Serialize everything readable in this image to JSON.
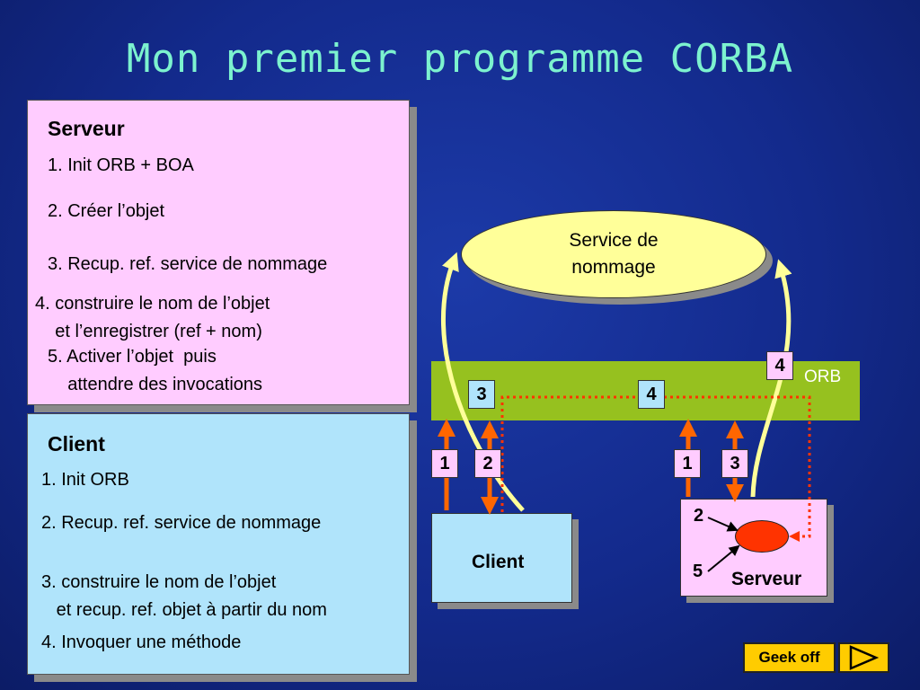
{
  "title": "Mon premier programme CORBA",
  "server_panel": {
    "heading": "Serveur",
    "lines": [
      "1. Init ORB + BOA",
      "2. Créer l’objet",
      "3. Recup. ref. service de nommage",
      "4. construire le nom de l’objet",
      "    et l’enregistrer (ref + nom)",
      "5. Activer l’objet  puis",
      "    attendre des invocations"
    ]
  },
  "client_panel": {
    "heading": "Client",
    "lines": [
      "1. Init ORB",
      "2. Recup. ref. service de nommage",
      "3. construire le nom de l’objet",
      "   et recup. ref. objet à partir du nom",
      "4. Invoquer une méthode"
    ]
  },
  "diagram": {
    "naming_service": [
      "Service de",
      "nommage"
    ],
    "orb_label": "ORB",
    "client_box": "Client",
    "server_box": "Serveur",
    "steps": {
      "orb_3": "3",
      "orb_4": "4",
      "top_4": "4",
      "client_1": "1",
      "client_2": "2",
      "server_1": "1",
      "server_3": "3",
      "obj_2": "2",
      "obj_5": "5"
    }
  },
  "nav": {
    "geek_off": "Geek off",
    "next_icon": "play-triangle-icon"
  },
  "colors": {
    "title": "#7cf2cf",
    "server_panel": "#ffccff",
    "client_panel": "#b0e4fb",
    "naming_service": "#ffff99",
    "orb": "#96c11f",
    "arrow_orange": "#ff6600",
    "arrow_yellow": "#ffff99",
    "dotted_red": "#ff3300",
    "object": "#ff3300",
    "button": "#ffcc00"
  }
}
